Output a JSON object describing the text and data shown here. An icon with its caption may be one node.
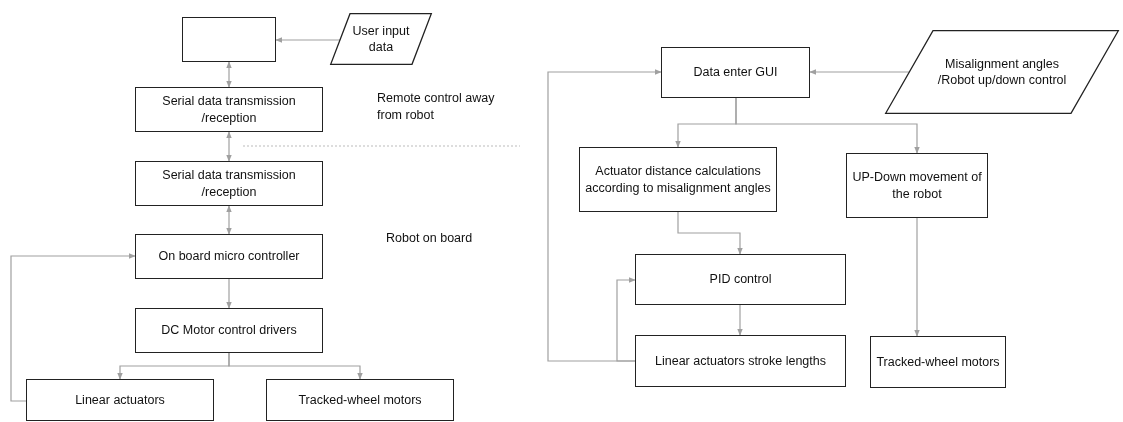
{
  "diagram": {
    "nodes": [
      {
        "text": [],
        "shape": "box"
      },
      {
        "text": [
          "User input data"
        ]
      },
      {
        "text": [
          "Serial data transmission /reception"
        ]
      },
      {
        "text": [
          "Serial data transmission /reception"
        ]
      },
      {
        "text": [
          "On board micro controller"
        ]
      },
      {
        "text": [
          "DC Motor control drivers"
        ]
      },
      {
        "text": [
          "Linear actuators"
        ]
      },
      {
        "text": [
          "Tracked-wheel motors"
        ]
      },
      {
        "text": [
          "Data enter GUI"
        ]
      },
      {
        "text": [
          "Misalignment angles /Robot up/down control"
        ]
      },
      {
        "text": [
          "Actuator distance calculations according to misalignment angles"
        ]
      },
      {
        "text": [
          "UP-Down movement of the robot"
        ]
      },
      {
        "text": [
          "PID control"
        ]
      },
      {
        "text": [
          "Linear actuators stroke lengths"
        ]
      },
      {
        "text": [
          "Tracked-wheel motors"
        ]
      }
    ],
    "edges": [
      {
        "from": 1,
        "to": 0,
        "arrow": "to"
      },
      {
        "from": 0,
        "to": 2,
        "arrow": "both"
      },
      {
        "from": 2,
        "to": 3,
        "arrow": "both"
      },
      {
        "from": 3,
        "to": 4,
        "arrow": "both"
      },
      {
        "from": 6,
        "to": 4,
        "arrow": "to"
      },
      {
        "from": 4,
        "to": 5,
        "arrow": "to"
      },
      {
        "from": 5,
        "to": 6,
        "arrow": "to"
      },
      {
        "from": 5,
        "to": 7,
        "arrow": "to"
      },
      {
        "from": 9,
        "to": 8,
        "arrow": "to"
      },
      {
        "from": 8,
        "to": 10,
        "arrow": "to"
      },
      {
        "from": 8,
        "to": 11,
        "arrow": "to"
      },
      {
        "from": 10,
        "to": 12,
        "arrow": "to"
      },
      {
        "from": 12,
        "to": 13,
        "arrow": "to"
      },
      {
        "from": 13,
        "to": 12,
        "arrow": "to"
      },
      {
        "from": 13,
        "to": 8,
        "arrow": "to"
      },
      {
        "from": 11,
        "to": 14,
        "arrow": "to"
      }
    ],
    "labels": [
      "Remote control away from robot",
      "Robot on board"
    ]
  }
}
